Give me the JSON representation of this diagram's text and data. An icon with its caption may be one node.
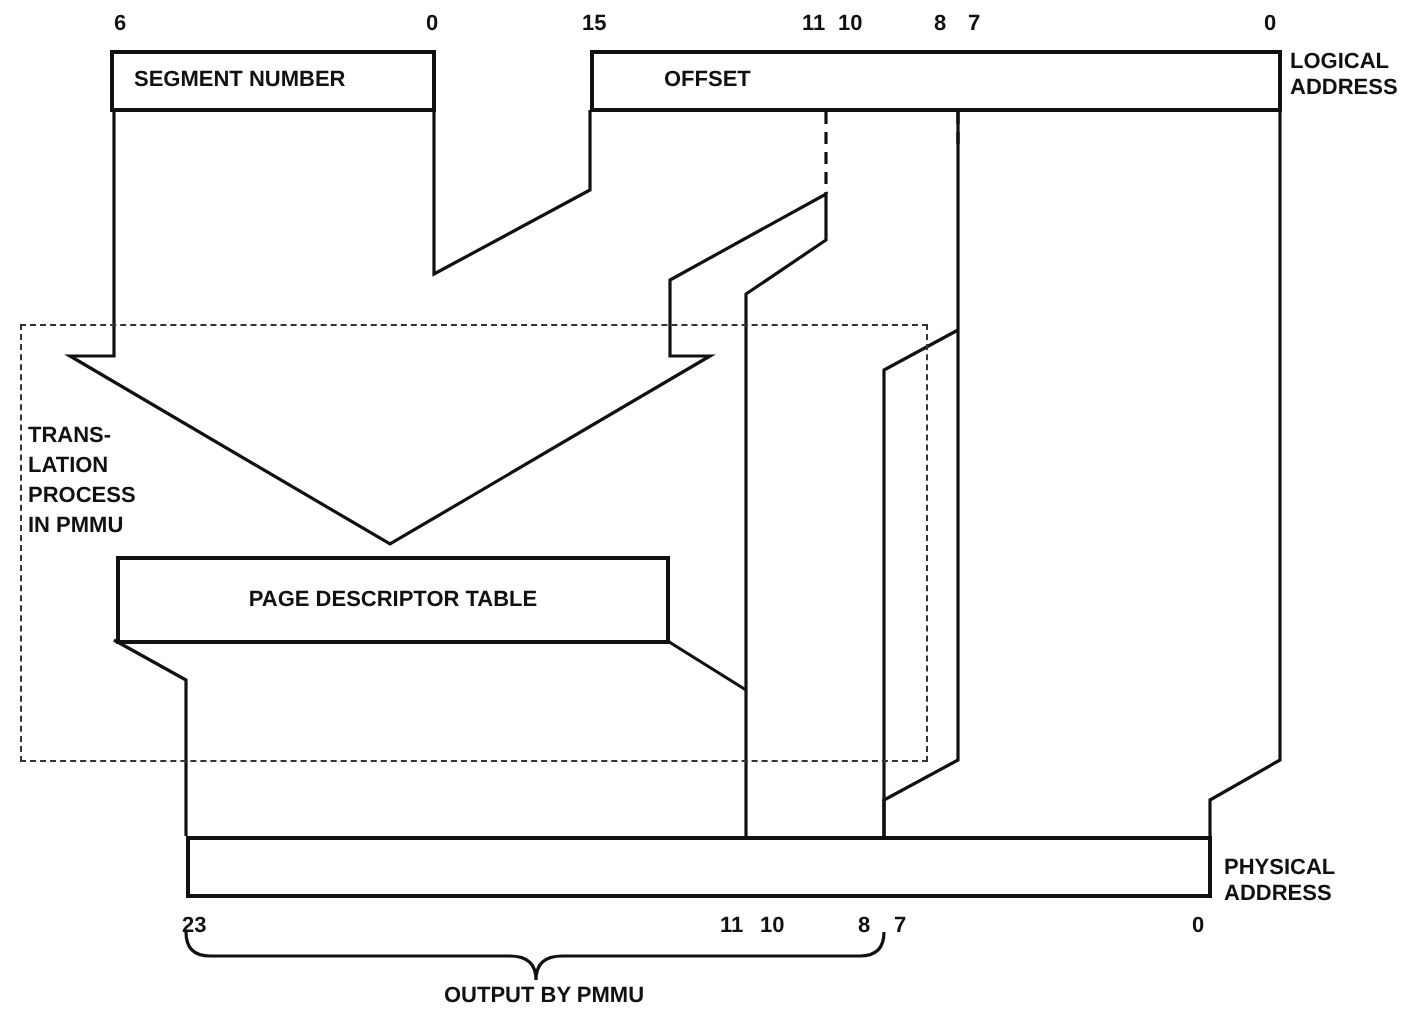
{
  "diagram": {
    "nodes": [
      {
        "text": [
          "SEGMENT NUMBER"
        ]
      },
      {
        "text": [
          "OFFSET"
        ],
        "beside": [
          "LOGICAL ADDRESS"
        ]
      },
      {
        "text": [
          "TRANS- LATION PROCESS IN PMMU"
        ]
      },
      {
        "text": [
          "PAGE DESCRIPTOR TABLE"
        ],
        "in": 2
      },
      {
        "text": [],
        "shape": "box",
        "beside": [
          "PHYSICAL ADDRESS"
        ]
      }
    ],
    "labels": [
      "6",
      "0",
      "15",
      "11",
      "10",
      "8",
      "7",
      "0",
      "23",
      "11",
      "10",
      "8",
      "7",
      "0",
      "OUTPUT BY PMMU"
    ]
  }
}
